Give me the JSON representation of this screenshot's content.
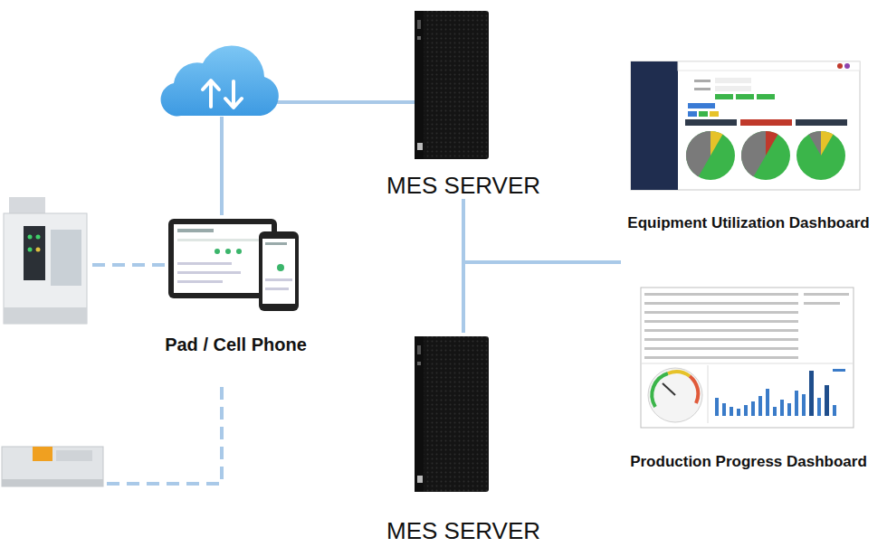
{
  "diagram": {
    "nodes": [
      {
        "text": [
          "MES SERVER"
        ]
      },
      {
        "text": [
          "Equipment Utilization Dashboard"
        ]
      },
      {
        "text": [
          "Pad / Cell Phone"
        ]
      },
      {
        "text": [
          "Production Progress Dashboard"
        ]
      },
      {
        "text": [
          "MES SERVER"
        ]
      }
    ],
    "edges": [
      {
        "from": 0,
        "to": 4,
        "arrow": "none"
      }
    ]
  }
}
